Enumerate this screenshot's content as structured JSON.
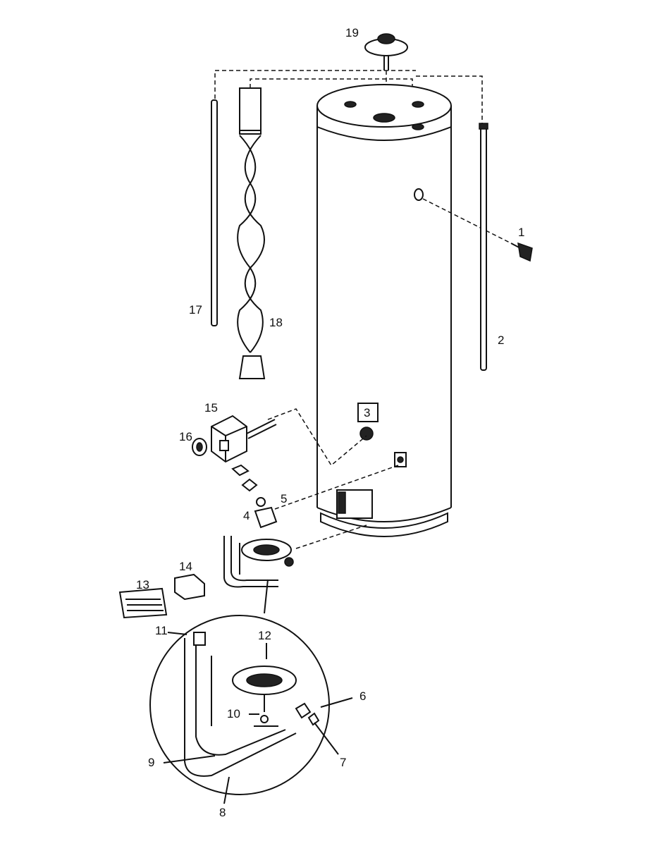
{
  "diagram": {
    "callouts": {
      "c1": "1",
      "c2": "2",
      "c3": "3",
      "c4": "4",
      "c5": "5",
      "c6": "6",
      "c7": "7",
      "c8": "8",
      "c9": "9",
      "c10": "10",
      "c11": "11",
      "c12": "12",
      "c13": "13",
      "c14": "14",
      "c15": "15",
      "c16": "16",
      "c17": "17",
      "c18": "18",
      "c19": "19"
    }
  }
}
